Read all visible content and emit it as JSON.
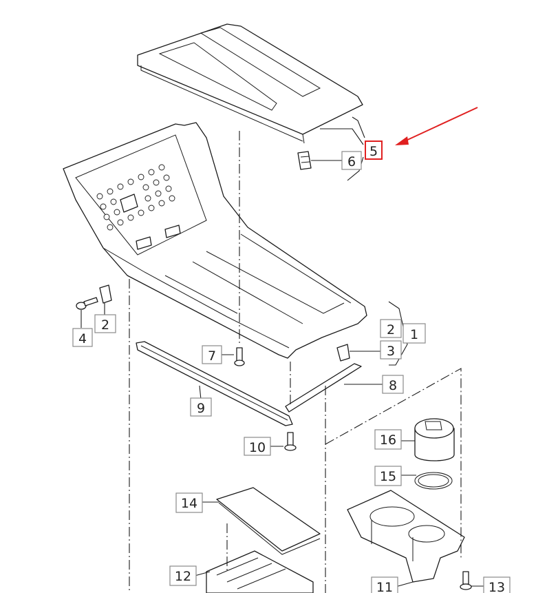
{
  "callouts": {
    "c1": "1",
    "c2a": "2",
    "c2b": "2",
    "c3": "3",
    "c4": "4",
    "c5": "5",
    "c6": "6",
    "c7": "7",
    "c8": "8",
    "c9": "9",
    "c10": "10",
    "c11": "11",
    "c12": "12",
    "c13": "13",
    "c14": "14",
    "c15": "15",
    "c16": "16"
  },
  "colors": {
    "highlight": "#e02020",
    "line": "#1a1a1a",
    "box_border": "#8a8a8a"
  }
}
